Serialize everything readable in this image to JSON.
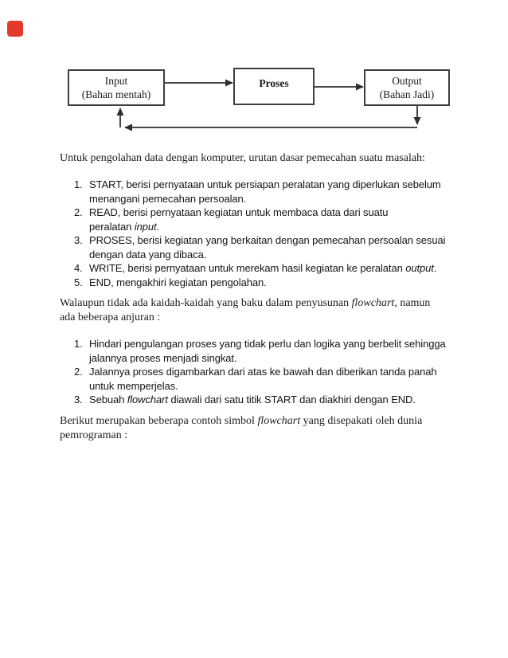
{
  "colors": {
    "accent_red": "#e23b2d",
    "diagram_line": "#2e2e2e",
    "ink": "#1c1c1c"
  },
  "flowchart": {
    "boxes": [
      {
        "id": "input",
        "lines": [
          "Input",
          "(Bahan mentah)"
        ]
      },
      {
        "id": "proses",
        "lines": [
          "Proses"
        ]
      },
      {
        "id": "output",
        "lines": [
          "Output",
          "(Bahan Jadi)"
        ]
      }
    ]
  },
  "body": {
    "blocks": [
      {
        "type": "paragraph",
        "lines": [
          [
            {
              "t": "Untuk pengolahan data dengan komputer, urutan dasar pemecahan suatu masalah:"
            }
          ]
        ]
      },
      {
        "type": "list",
        "items": [
          {
            "num": "1.",
            "lines": [
              [
                {
                  "t": "START, berisi pernyataan untuk persiapan peralatan yang diperlukan sebelum"
                }
              ],
              [
                {
                  "t": "menangani pemecahan persoalan."
                }
              ]
            ]
          },
          {
            "num": "2.",
            "lines": [
              [
                {
                  "t": "READ, berisi pernyataan kegiatan untuk membaca data dari suatu"
                }
              ],
              [
                {
                  "t": "peralatan "
                },
                {
                  "t": "input",
                  "i": true
                },
                {
                  "t": "."
                }
              ]
            ]
          },
          {
            "num": "3.",
            "lines": [
              [
                {
                  "t": "PROSES, berisi kegiatan yang berkaitan dengan pemecahan persoalan sesuai"
                }
              ],
              [
                {
                  "t": "dengan data yang dibaca."
                }
              ]
            ]
          },
          {
            "num": "4.",
            "lines": [
              [
                {
                  "t": "WRITE, berisi pernyataan untuk merekam hasil kegiatan ke peralatan "
                },
                {
                  "t": "output",
                  "i": true
                },
                {
                  "t": "."
                }
              ]
            ]
          },
          {
            "num": "5.",
            "lines": [
              [
                {
                  "t": "END, mengakhiri kegiatan pengolahan."
                }
              ]
            ]
          }
        ]
      },
      {
        "type": "paragraph",
        "lines": [
          [
            {
              "t": "Walaupun tidak ada kaidah-kaidah yang baku dalam penyusunan "
            },
            {
              "t": "flowchart",
              "i": true
            },
            {
              "t": ", namun"
            }
          ],
          [
            {
              "t": "ada beberapa anjuran :"
            }
          ]
        ]
      },
      {
        "type": "list",
        "items": [
          {
            "num": "1.",
            "lines": [
              [
                {
                  "t": "Hindari pengulangan proses yang tidak perlu dan logika yang berbelit sehingga"
                }
              ],
              [
                {
                  "t": "jalannya proses menjadi singkat."
                }
              ]
            ]
          },
          {
            "num": "2.",
            "lines": [
              [
                {
                  "t": "Jalannya proses digambarkan dari atas ke bawah dan diberikan tanda panah"
                }
              ],
              [
                {
                  "t": "untuk memperjelas."
                }
              ]
            ]
          },
          {
            "num": "3.",
            "lines": [
              [
                {
                  "t": "Sebuah "
                },
                {
                  "t": "flowchart",
                  "i": true
                },
                {
                  "t": " diawali dari satu titik START dan diakhiri dengan END."
                }
              ]
            ]
          }
        ]
      },
      {
        "type": "paragraph",
        "lines": [
          [
            {
              "t": "Berikut merupakan beberapa contoh simbol "
            },
            {
              "t": "flowchart",
              "i": true
            },
            {
              "t": " yang disepakati oleh dunia"
            }
          ],
          [
            {
              "t": "pemrograman :"
            }
          ]
        ]
      }
    ]
  }
}
